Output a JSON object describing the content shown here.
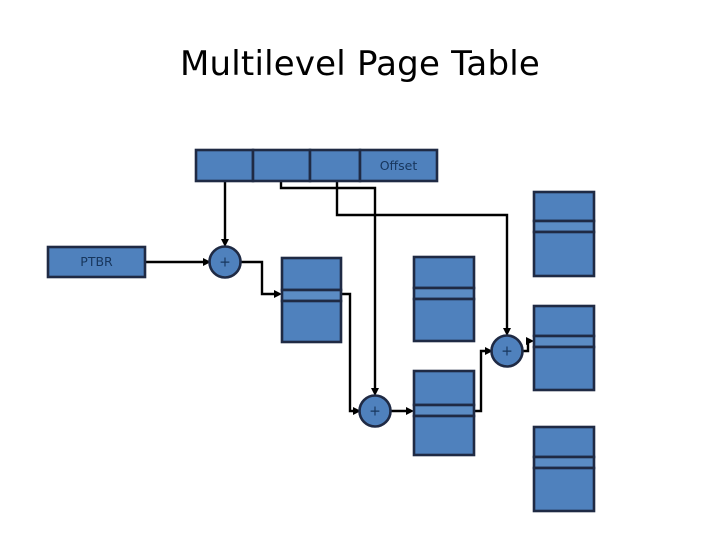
{
  "slide": {
    "title": "Multilevel Page Table",
    "background": "#ffffff"
  },
  "colors": {
    "fill": "#4f81bd",
    "stroke": "#1f2a44",
    "line": "#000000",
    "text": "#17365d",
    "title_text": "#000000"
  },
  "virtual_address": {
    "name": "virtual-address-bar",
    "segments": [
      {
        "label": "",
        "name": "address-segment-level1"
      },
      {
        "label": "",
        "name": "address-segment-level2"
      },
      {
        "label": "",
        "name": "address-segment-level3"
      },
      {
        "label": "Offset",
        "name": "address-segment-offset"
      }
    ]
  },
  "register": {
    "label": "PTBR",
    "name": "ptbr-register"
  },
  "adders": [
    {
      "label": "+",
      "name": "adder-level1"
    },
    {
      "label": "+",
      "name": "adder-level2"
    },
    {
      "label": "+",
      "name": "adder-level3"
    }
  ],
  "page_tables": [
    {
      "name": "page-table-level1",
      "label": ""
    },
    {
      "name": "page-table-level2",
      "label": ""
    },
    {
      "name": "page-table-level3",
      "label": ""
    }
  ],
  "memory_frames": [
    {
      "name": "memory-frame-top",
      "label": ""
    },
    {
      "name": "memory-frame-middle",
      "label": ""
    },
    {
      "name": "memory-frame-bottom",
      "label": ""
    }
  ]
}
